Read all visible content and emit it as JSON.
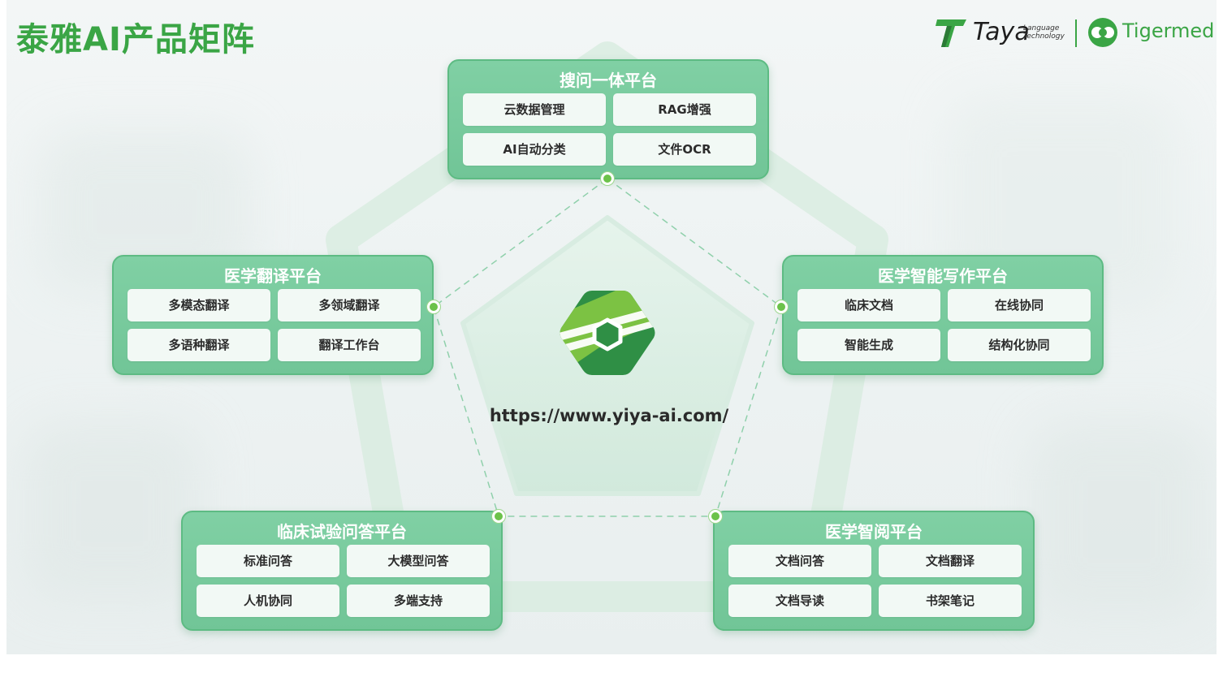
{
  "title": "泰雅AI产品矩阵",
  "logos": {
    "taya": {
      "name": "Taya",
      "subtitle_line1": "Language",
      "subtitle_line2": "Technology"
    },
    "tigermed": {
      "name": "Tigermed"
    }
  },
  "center": {
    "url": "https://www.yiya-ai.com/"
  },
  "platforms": [
    {
      "title": "搜问一体平台",
      "features": [
        "云数据管理",
        "RAG增强",
        "AI自动分类",
        "文件OCR"
      ]
    },
    {
      "title": "医学翻译平台",
      "features": [
        "多模态翻译",
        "多领域翻译",
        "多语种翻译",
        "翻译工作台"
      ]
    },
    {
      "title": "医学智能写作平台",
      "features": [
        "临床文档",
        "在线协同",
        "智能生成",
        "结构化协同"
      ]
    },
    {
      "title": "临床试验问答平台",
      "features": [
        "标准问答",
        "大模型问答",
        "人机协同",
        "多端支持"
      ]
    },
    {
      "title": "医学智阅平台",
      "features": [
        "文档问答",
        "文档翻译",
        "文档导读",
        "书架笔记"
      ]
    }
  ],
  "colors": {
    "brand_green": "#3aa545",
    "card_green": "#76c99a",
    "node_green": "#6cc24a",
    "logo_dark_green": "#2f8f45",
    "logo_light_green": "#7cc243"
  },
  "icons": [
    "taya-logo-icon",
    "tigermed-logo-icon",
    "yiya-hexagon-logo-icon"
  ]
}
